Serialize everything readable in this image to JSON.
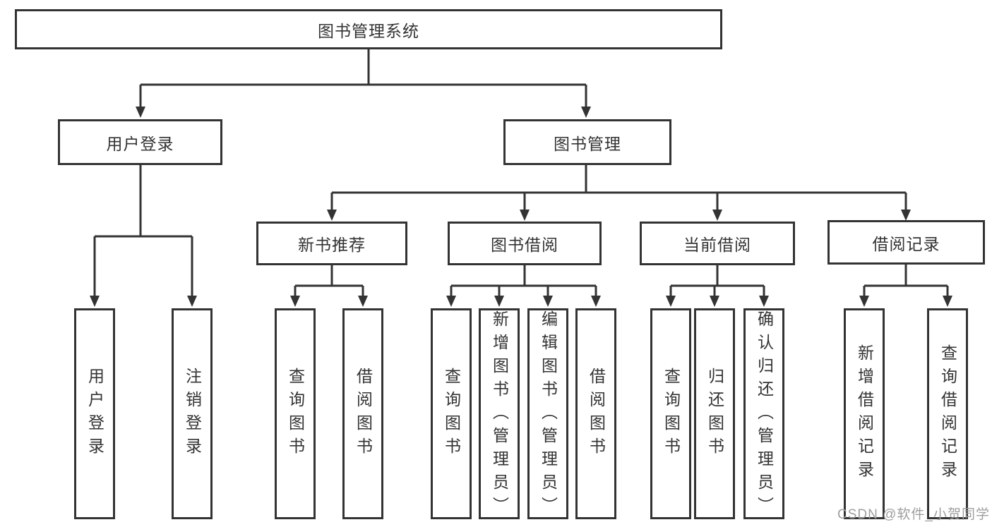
{
  "diagram_title": "图书管理系统",
  "tree": {
    "label": "图书管理系统",
    "children": [
      {
        "label": "用户登录",
        "children": [
          {
            "label": "用户登录"
          },
          {
            "label": "注销登录"
          }
        ]
      },
      {
        "label": "图书管理",
        "children": [
          {
            "label": "新书推荐",
            "children": [
              {
                "label": "查询图书"
              },
              {
                "label": "借阅图书"
              }
            ]
          },
          {
            "label": "图书借阅",
            "children": [
              {
                "label": "查询图书"
              },
              {
                "label": "新增图书（管理员）"
              },
              {
                "label": "编辑图书（管理员）"
              },
              {
                "label": "借阅图书"
              }
            ]
          },
          {
            "label": "当前借阅",
            "children": [
              {
                "label": "查询图书"
              },
              {
                "label": "归还图书"
              },
              {
                "label": "确认归还（管理员）"
              }
            ]
          },
          {
            "label": "借阅记录",
            "children": [
              {
                "label": "新增借阅记录"
              },
              {
                "label": "查询借阅记录"
              }
            ]
          }
        ]
      }
    ]
  },
  "watermark": "CSDN @软件_小贺同学",
  "colors": {
    "line": "#333333",
    "box_border": "#333333",
    "text": "#333333",
    "background": "#ffffff",
    "watermark": "#9e9e9e"
  }
}
